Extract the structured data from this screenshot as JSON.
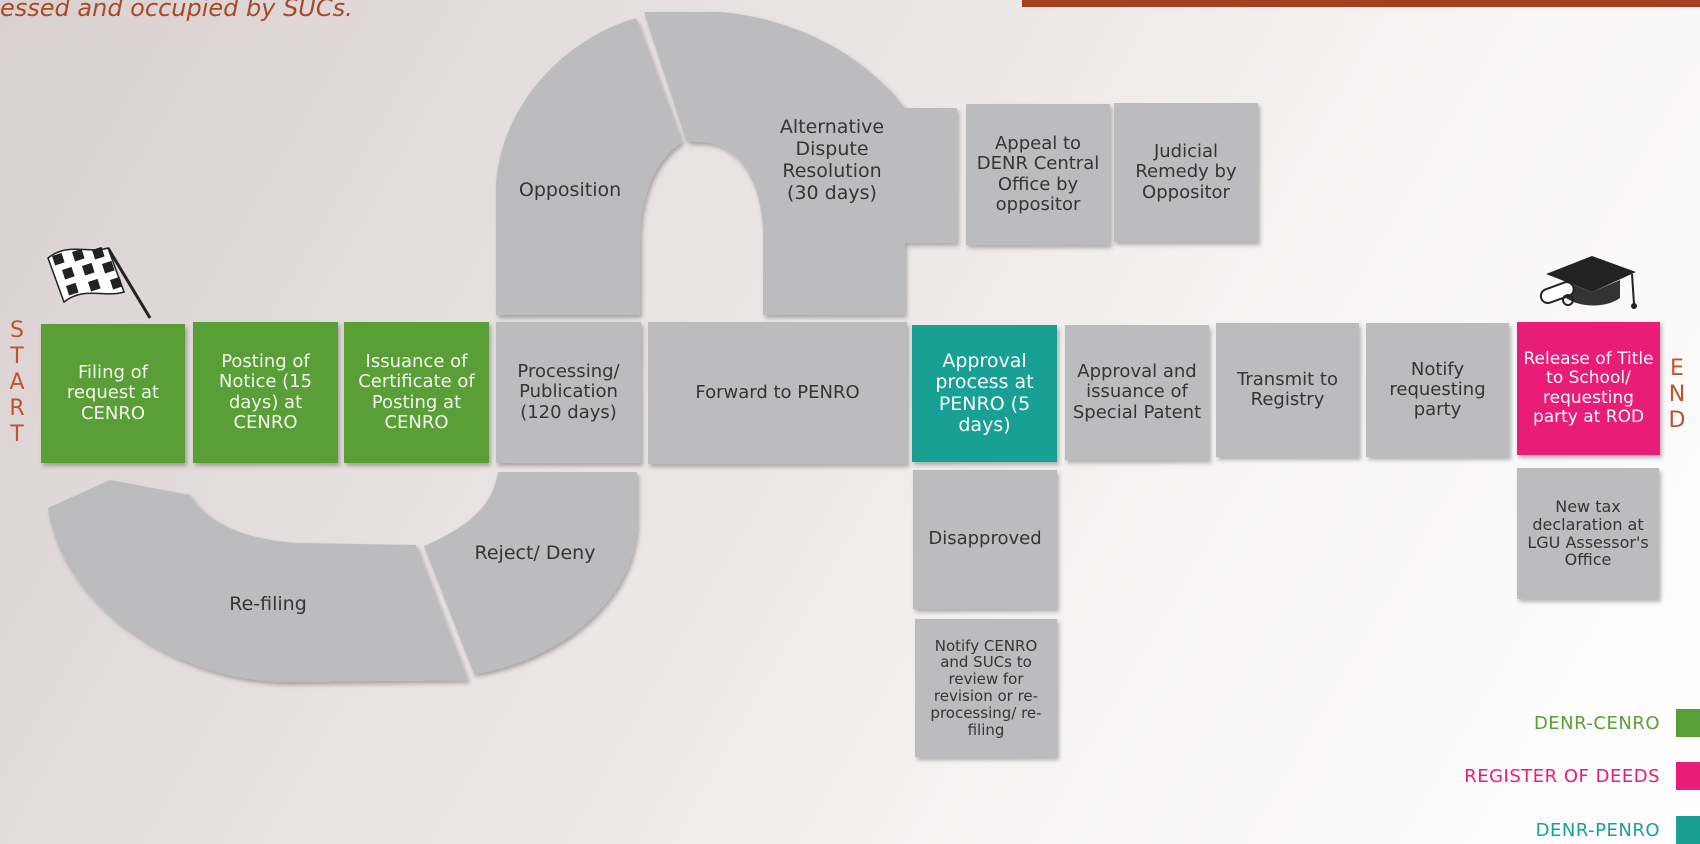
{
  "heading": "essed and occupied by SUCs.",
  "start_letters": [
    "S",
    "T",
    "A",
    "R",
    "T"
  ],
  "end_letters": [
    "E",
    "N",
    "D"
  ],
  "steps": {
    "filing": "Filing of request at CENRO",
    "posting": "Posting of Notice (15 days) at CENRO",
    "issuance": "Issuance of Certificate of Posting at CENRO",
    "processing": "Processing/ Publication (120 days)",
    "forward": "Forward to PENRO",
    "approval_penro": "Approval process at PENRO (5 days)",
    "approval_issuance": "Approval and issuance of Special Patent",
    "transmit": "Transmit to Registry",
    "notify": "Notify requesting party",
    "release": "Release of Title to School/ requesting party at ROD"
  },
  "branches": {
    "opposition": "Opposition",
    "adr": "Alternative Dispute Resolution (30 days)",
    "appeal": "Appeal to DENR Central Office by oppositor",
    "judicial": "Judicial Remedy by Oppositor",
    "reject": "Reject/ Deny",
    "refiling": "Re-filing",
    "disapproved": "Disapproved",
    "notify_cenro": "Notify CENRO and SUCs to review for revision or re-processing/ re-filing",
    "tax": "New tax declaration at LGU Assessor's Office"
  },
  "icons": [
    "checkered-flag-icon",
    "graduation-cap-diploma-icon"
  ],
  "legend": [
    {
      "label": "DENR-CENRO",
      "color": "#5a9e37"
    },
    {
      "label": "REGISTER OF DEEDS",
      "color": "#e91c78"
    },
    {
      "label": "DENR-PENRO",
      "color": "#18a095"
    }
  ],
  "colors": {
    "gray": "#bcbcbe",
    "green": "#5a9e37",
    "teal": "#18a095",
    "pink": "#e91c78",
    "accent": "#a3401f"
  }
}
